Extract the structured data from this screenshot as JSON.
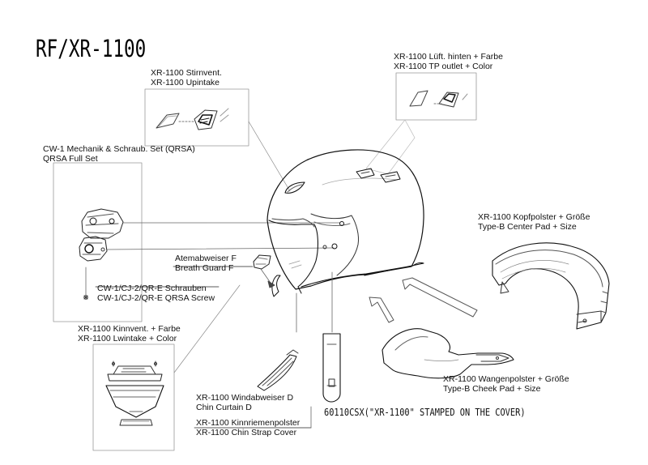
{
  "title": "RF/XR-1100",
  "parts": {
    "upintake": {
      "de": "XR-1100 Stirnvent.",
      "en": "XR-1100 Upintake"
    },
    "tp_outlet": {
      "de": "XR-1100 Lüft. hinten + Farbe",
      "en": "XR-1100 TP outlet + Color"
    },
    "qrsa": {
      "de": "CW-1 Mechanik & Schraub. Set (QRSA)",
      "en": "QRSA Full Set"
    },
    "center_pad": {
      "de": "XR-1100 Kopfpolster + Größe",
      "en": "Type-B Center Pad + Size"
    },
    "breath_guard": {
      "de": "Atemabweiser F",
      "en": "Breath Guard F"
    },
    "qrsa_screw": {
      "de": "CW-1/CJ-2/QR-E Schrauben",
      "en": "CW-1/CJ-2/QR-E QRSA Screw"
    },
    "lwintake": {
      "de": "XR-1100 Kinnvent. + Farbe",
      "en": "XR-1100 Lwintake + Color"
    },
    "cheek_pad": {
      "de": "XR-1100 Wangenpolster + Größe",
      "en": "Type-B Cheek Pad + Size"
    },
    "chin_curtain": {
      "de": "XR-1100 Windabweiser D",
      "en": "Chin Curtain D"
    },
    "chin_strap": {
      "de": "XR-1100 Kinnriemenpolster",
      "en": "XR-1100 Chin Strap Cover"
    },
    "stamp": "60110CSX(\"XR-1100\" STAMPED ON THE COVER)"
  }
}
